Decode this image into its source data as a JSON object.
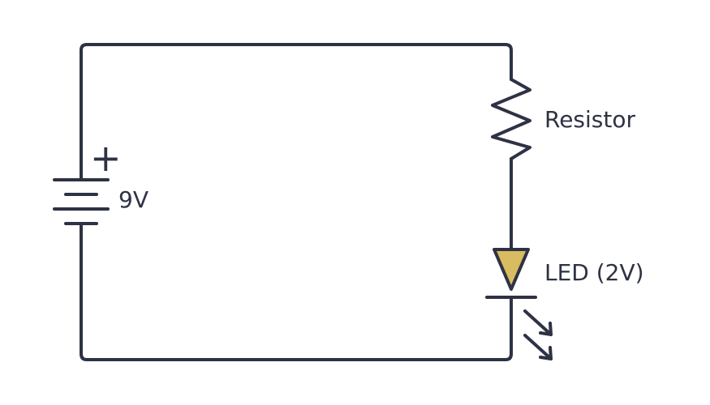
{
  "labels": {
    "battery_voltage": "9V",
    "battery_plus": "+",
    "resistor": "Resistor",
    "led": "LED (2V)"
  },
  "colors": {
    "wire": "#2e3244",
    "led_fill": "#d9bb62"
  }
}
